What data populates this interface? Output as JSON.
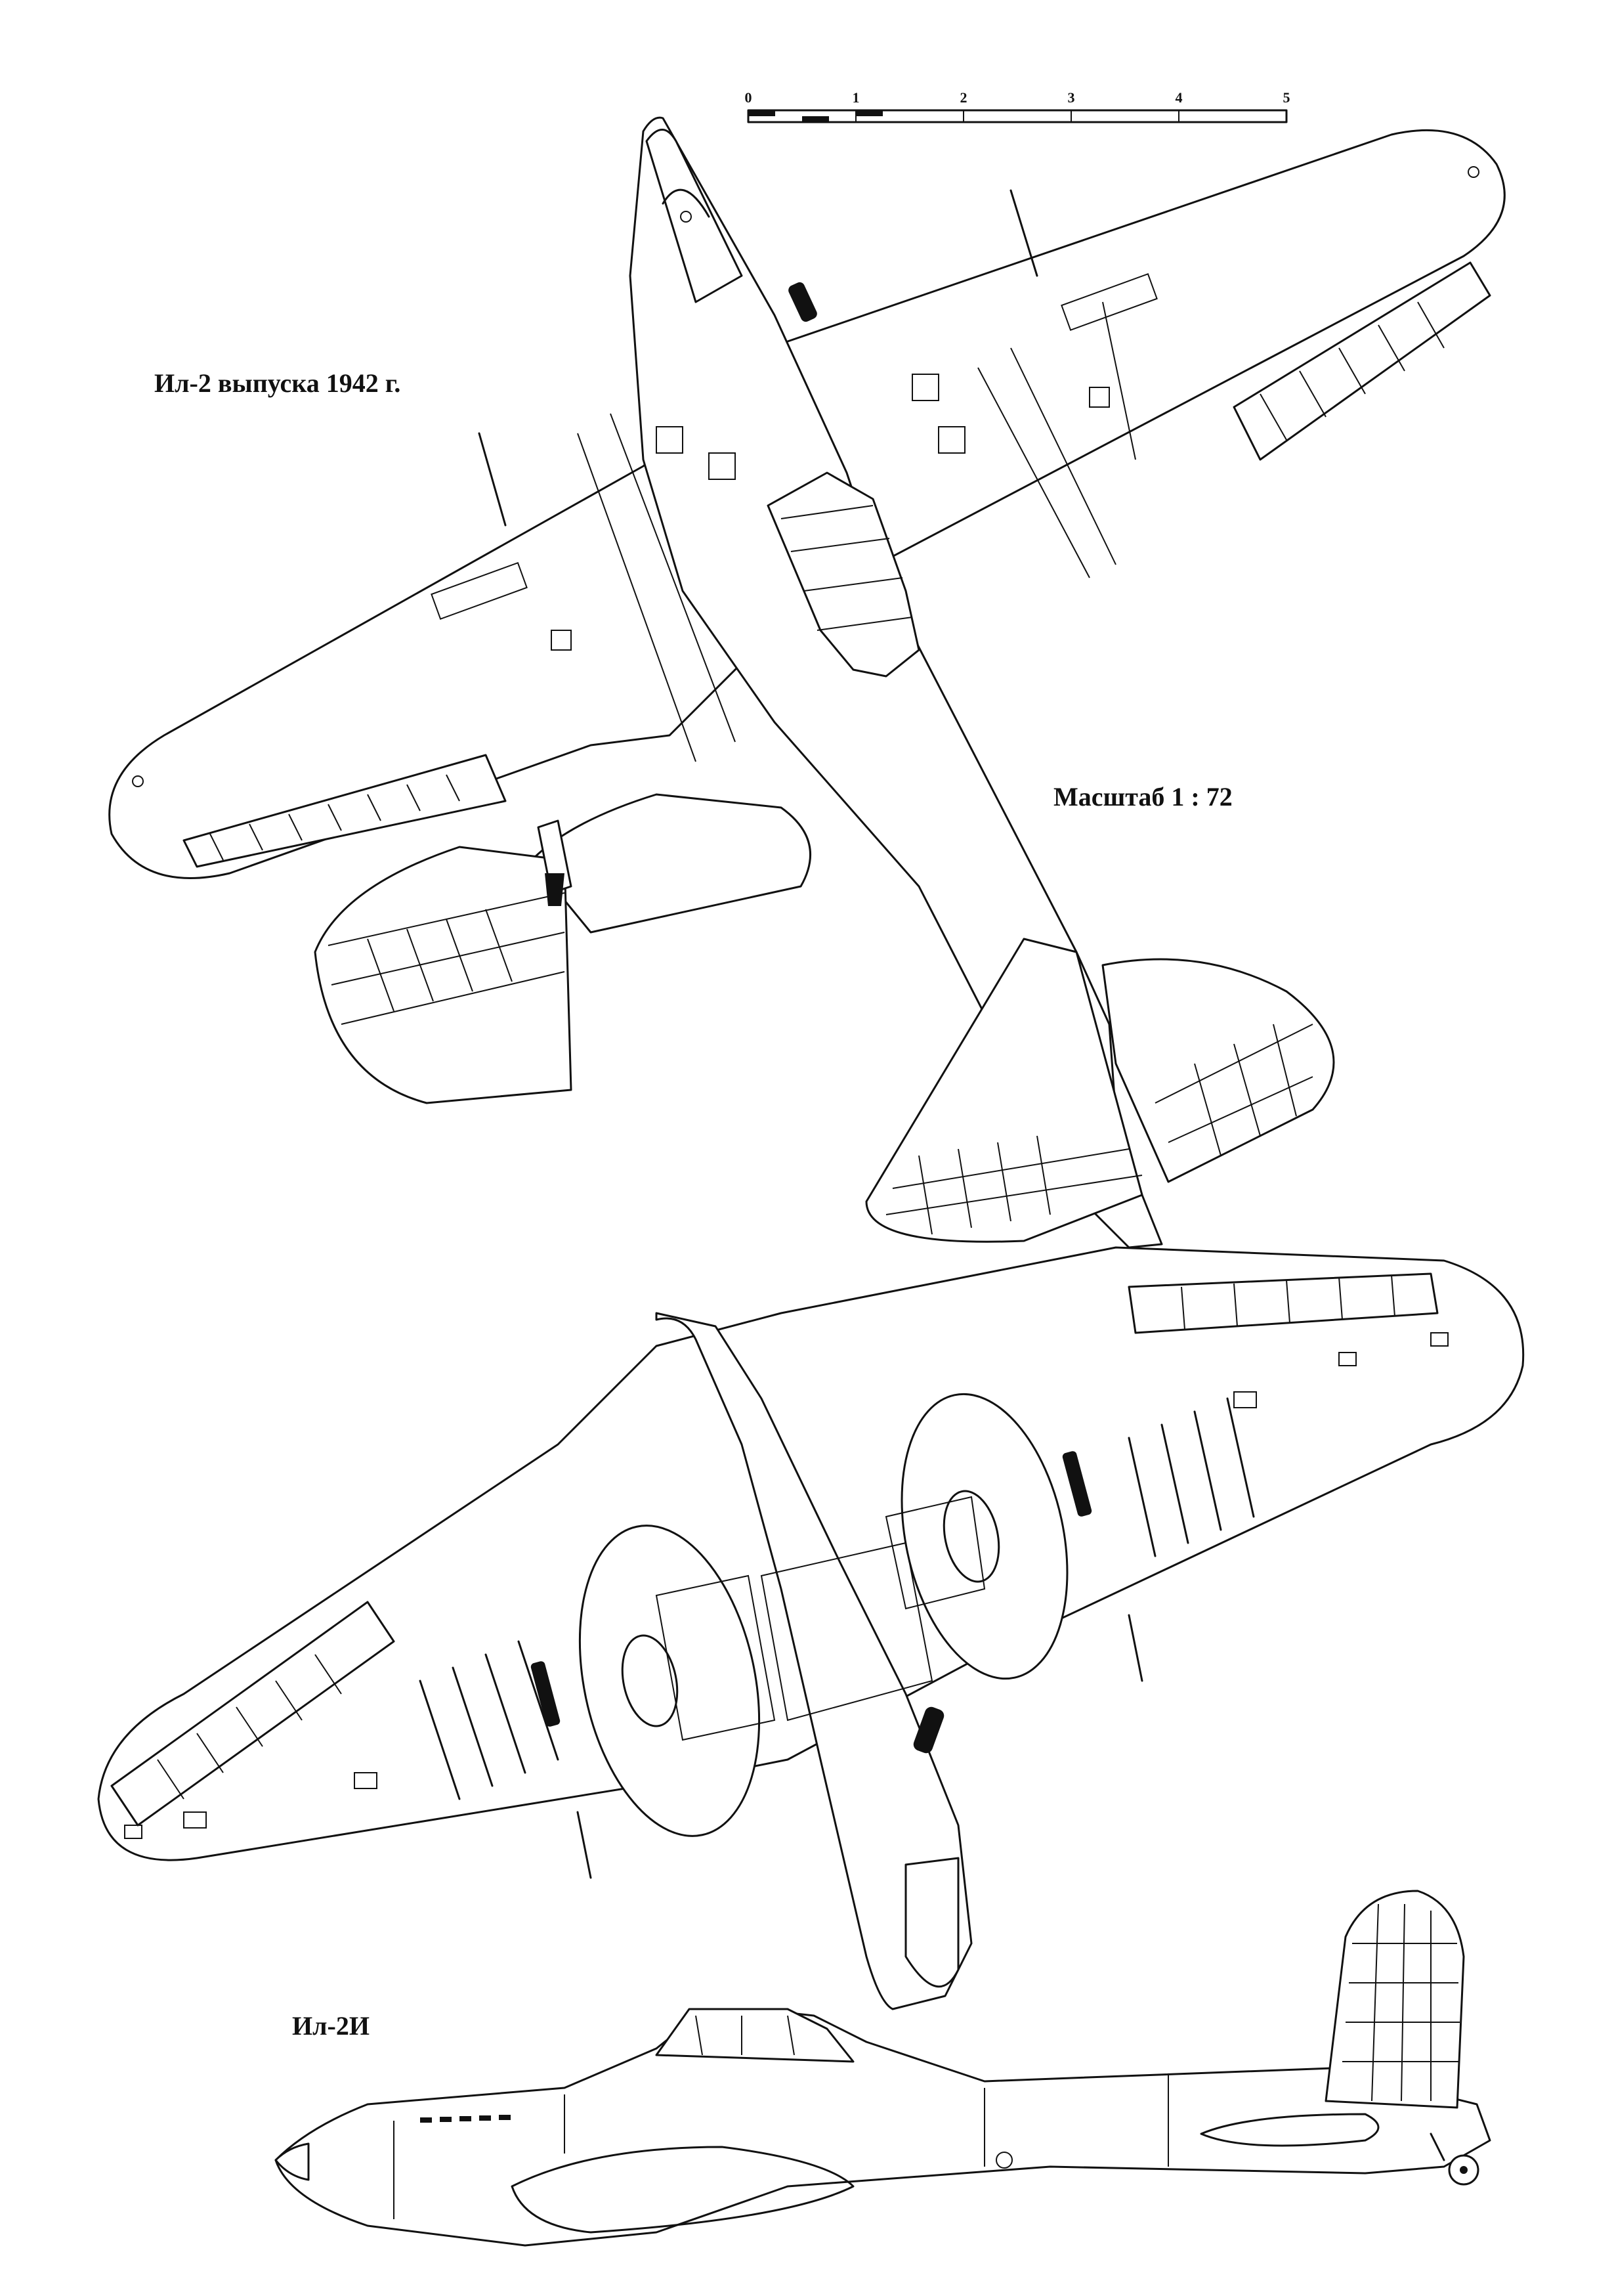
{
  "titles": {
    "top_view": "Ил-2 выпуска 1942 г.",
    "scale": "Масштаб 1 : 72",
    "side_view": "Ил-2И"
  },
  "scale_bar": {
    "ticks": [
      "0",
      "1",
      "2",
      "3",
      "4",
      "5"
    ]
  }
}
